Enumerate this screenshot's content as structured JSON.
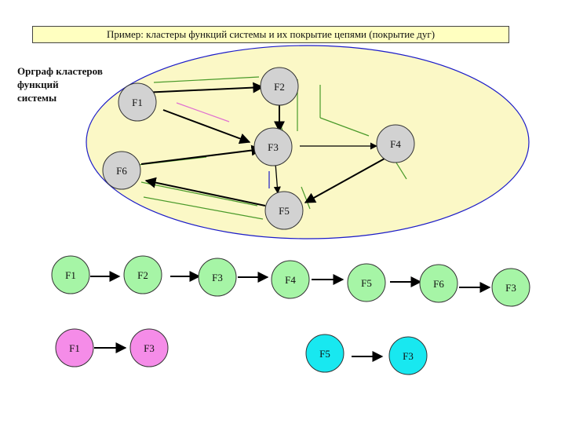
{
  "title": "Пример: кластеры функций системы и их покрытие цепями (покрытие дуг)",
  "side_label": [
    "Орграф кластеров",
    "функций",
    "системы"
  ],
  "colors": {
    "cluster_fill": "#fbf8c6",
    "gray_node": "#d2d2d2",
    "green_node": "#a6f5a6",
    "pink_node": "#f58ce8",
    "cyan_node": "#18e8f0"
  },
  "graph_nodes": [
    {
      "id": "g_F1",
      "label": "F1",
      "color": "#d2d2d2"
    },
    {
      "id": "g_F2",
      "label": "F2",
      "color": "#d2d2d2"
    },
    {
      "id": "g_F3",
      "label": "F3",
      "color": "#d2d2d2"
    },
    {
      "id": "g_F4",
      "label": "F4",
      "color": "#d2d2d2"
    },
    {
      "id": "g_F5",
      "label": "F5",
      "color": "#d2d2d2"
    },
    {
      "id": "g_F6",
      "label": "F6",
      "color": "#d2d2d2"
    }
  ],
  "chain1": [
    "F1",
    "F2",
    "F3",
    "F4",
    "F5",
    "F6",
    "F3"
  ],
  "chain2": [
    "F1",
    "F3"
  ],
  "chain3": [
    "F5",
    "F3"
  ]
}
